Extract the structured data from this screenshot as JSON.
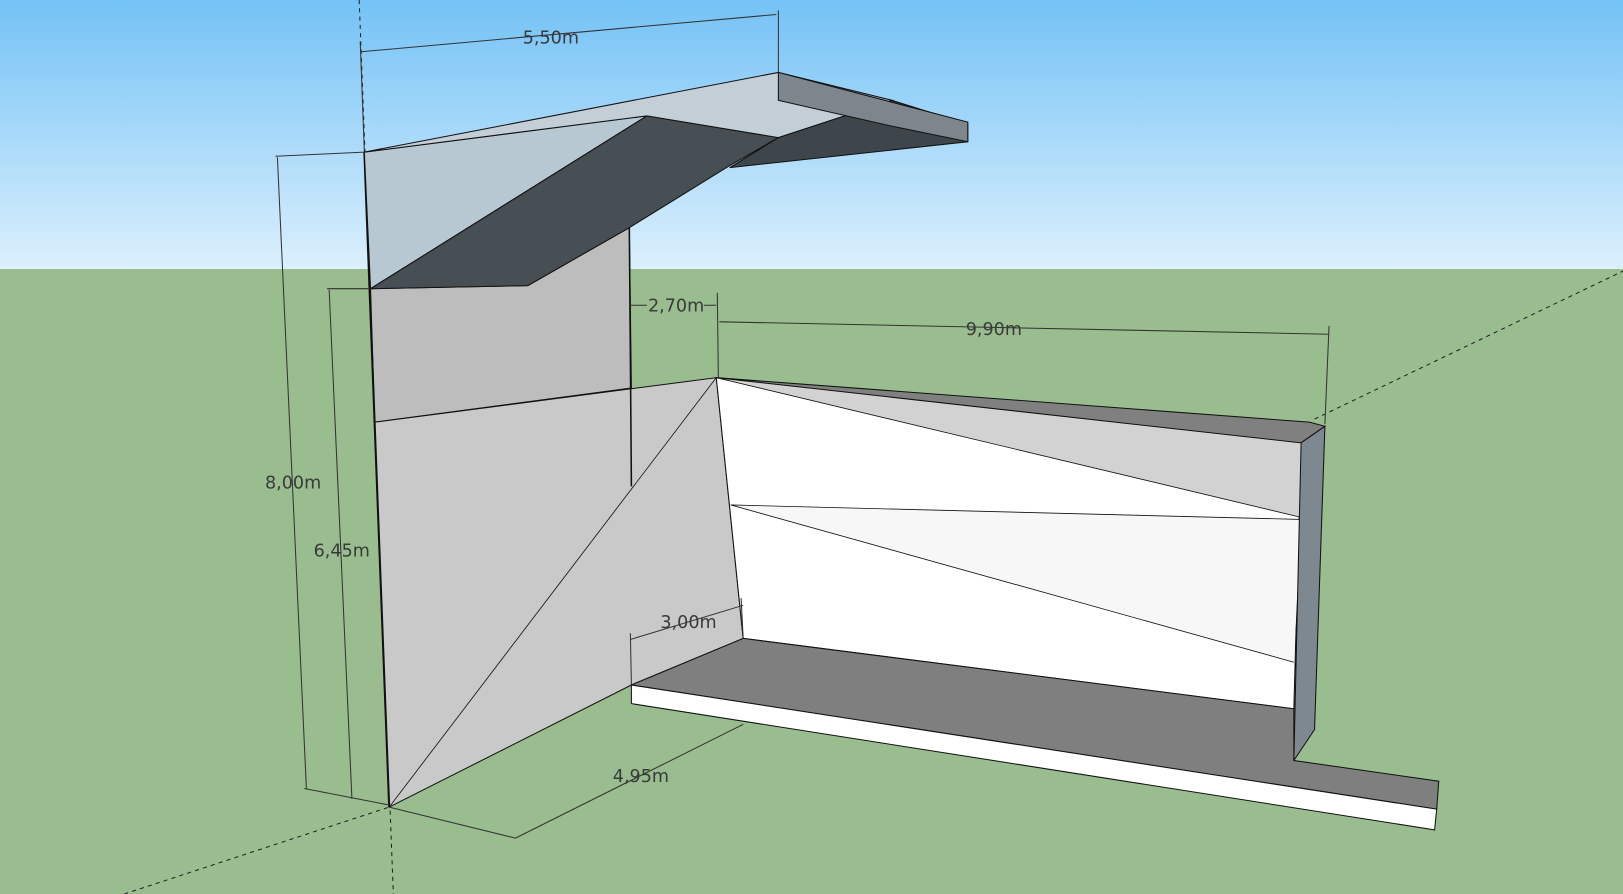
{
  "scene": {
    "colors": {
      "sky_top": "#74c2f6",
      "sky_horizon": "#dcf0fd",
      "ground": "#99bd8f",
      "wall_light": "#c9c9c9",
      "wall_mid": "#bdbdbd",
      "wall_white": "#ffffff",
      "roof_top": "#c3ced6",
      "roof_dark": "#474f55",
      "floor": "#7f7f7f"
    }
  },
  "dimensions": {
    "roof_width": "5,50m",
    "total_height": "8,00m",
    "wall_height": "6,45m",
    "gap": "2,70m",
    "back_length": "9,90m",
    "floor_offset": "3,00m",
    "depth": "4,95m"
  }
}
